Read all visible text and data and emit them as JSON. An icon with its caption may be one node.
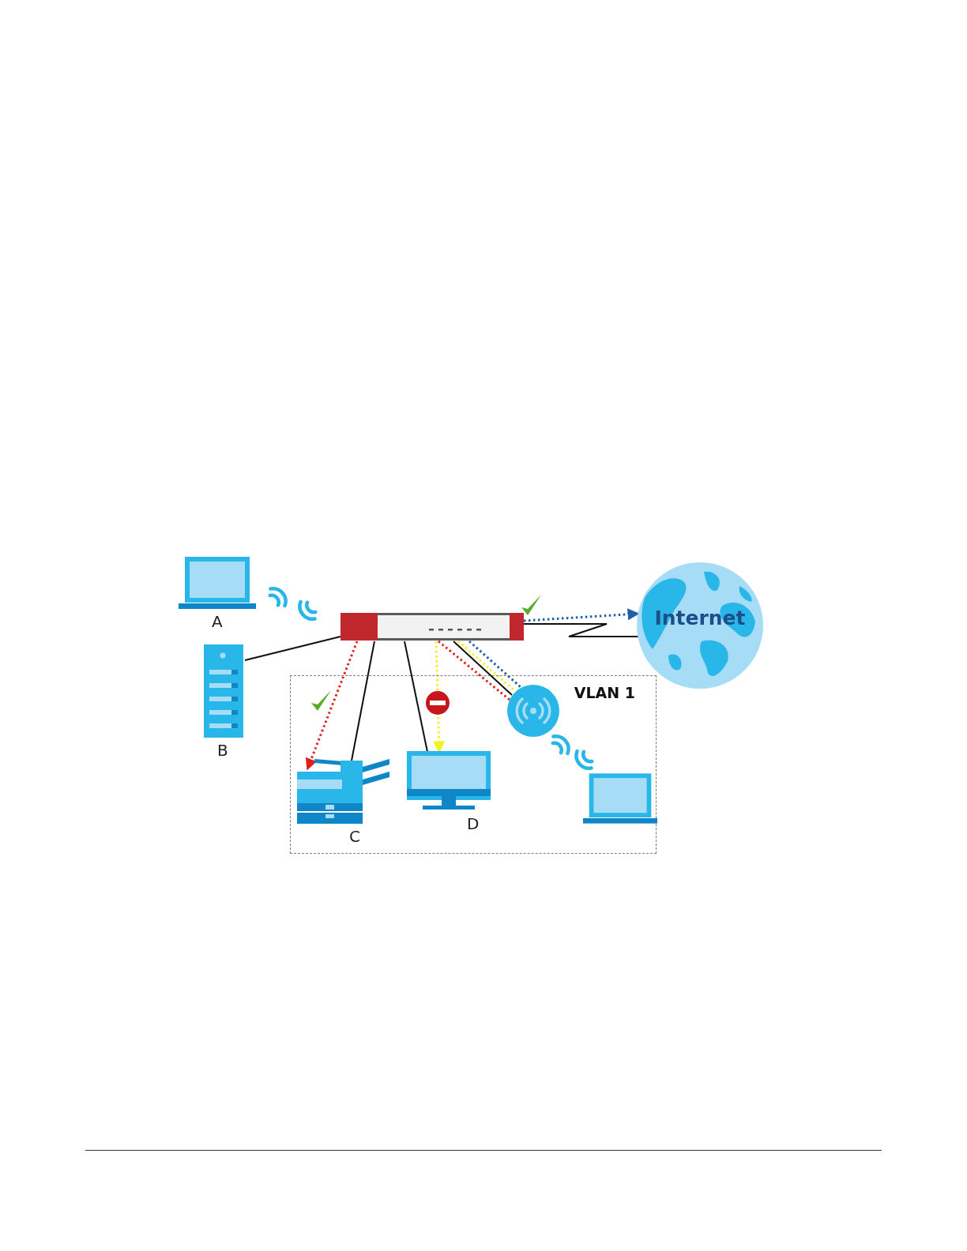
{
  "diagram": {
    "nodes": [
      {
        "text": [
          "A"
        ]
      },
      {
        "text": [
          "B"
        ]
      },
      {
        "text": [],
        "shape": "picture"
      },
      {
        "text": [
          "Internet"
        ]
      },
      {
        "text": [
          "VLAN 1"
        ]
      },
      {
        "text": [
          "C"
        ],
        "in": 4
      },
      {
        "text": [
          "D"
        ],
        "in": 4
      },
      {
        "text": [],
        "shape": "picture",
        "in": 4
      },
      {
        "text": [],
        "shape": "picture",
        "in": 4
      }
    ],
    "edges": [
      {
        "from": 1,
        "to": 2,
        "arrow": "none"
      },
      {
        "from": 2,
        "to": 3,
        "arrow": "to",
        "style": "dashed",
        "color": "#1f5fa8"
      },
      {
        "from": 2,
        "to": 3,
        "arrow": "none"
      },
      {
        "from": 2,
        "to": 5,
        "arrow": "to",
        "style": "dashed",
        "color": "#e02020"
      },
      {
        "from": 2,
        "to": 5,
        "arrow": "none"
      },
      {
        "from": 2,
        "to": 6,
        "arrow": "none"
      },
      {
        "from": 2,
        "to": 6,
        "arrow": "to",
        "style": "dashed",
        "color": "#f2f21e"
      },
      {
        "from": 2,
        "to": 7,
        "arrow": "none",
        "style": "dashed",
        "color": "#e02020"
      },
      {
        "from": 2,
        "to": 7,
        "arrow": "none"
      },
      {
        "from": 2,
        "to": 7,
        "arrow": "none",
        "style": "dashed",
        "color": "#f2f21e"
      },
      {
        "from": 2,
        "to": 7,
        "arrow": "none",
        "style": "dashed",
        "color": "#1f5fa8"
      }
    ]
  }
}
